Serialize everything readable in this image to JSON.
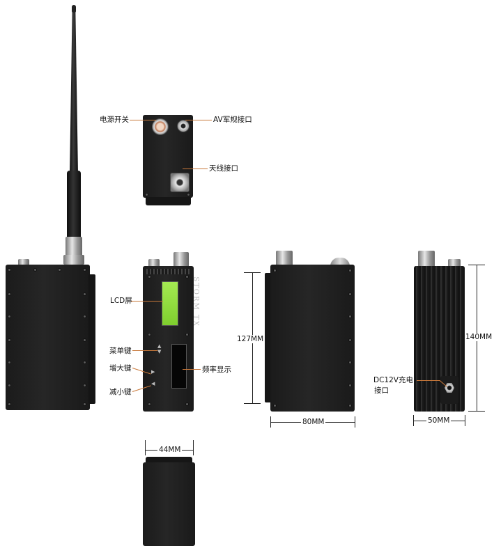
{
  "callouts": {
    "power_switch": "电源开关",
    "av_port": "AV军规接口",
    "antenna_port": "天线接口",
    "lcd": "LCD屏",
    "menu_key": "菜单键",
    "up_key": "增大键",
    "down_key": "减小键",
    "freq_display": "频率显示",
    "dc_charge_line1": "DC12V充电",
    "dc_charge_line2": "接口"
  },
  "dimensions": {
    "height": "127MM",
    "width": "80MM",
    "length": "140MM",
    "depth": "50MM",
    "thickness": "44MM"
  },
  "device": {
    "brand": "STORM TX"
  },
  "colors": {
    "body": "#1f1f1f",
    "lcd": "#8fdc3a",
    "leader": "#c8783a",
    "metal": "#c9c9c9"
  }
}
